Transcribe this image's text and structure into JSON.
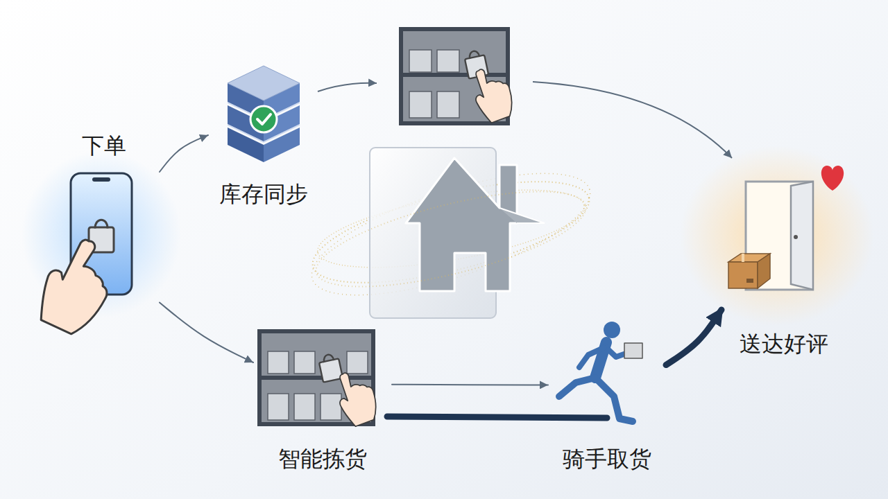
{
  "diagram": {
    "nodes": [
      {
        "text": [
          "下单"
        ]
      },
      {
        "text": [
          "库存同步"
        ]
      },
      {
        "text": [
          "智能拣货"
        ]
      },
      {
        "text": [
          "骑手取货"
        ]
      },
      {
        "text": [
          "送达好评"
        ]
      }
    ],
    "edges": [
      {
        "from": 0,
        "to": 1,
        "arrow": "to"
      },
      {
        "from": 0,
        "to": 2,
        "arrow": "to"
      },
      {
        "from": 2,
        "to": 3,
        "arrow": "to"
      },
      {
        "from": 3,
        "to": 4,
        "arrow": "to"
      }
    ]
  }
}
